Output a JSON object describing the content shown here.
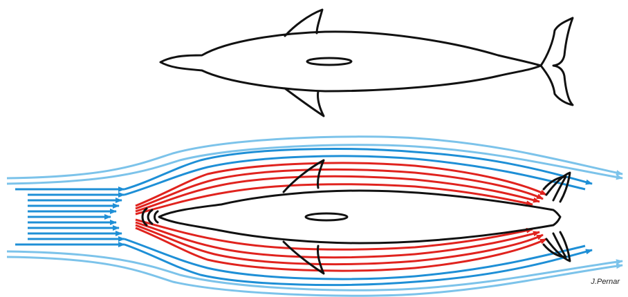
{
  "credit": "J.Pernar",
  "colors": {
    "outline": "#111111",
    "outer_stream": "#7cc3ea",
    "mid_stream": "#1e8fd6",
    "inner_stream": "#e0231e",
    "background": "#ffffff"
  },
  "figure": {
    "top_view": "dolphin-outline-icon",
    "bottom_view": "dolphin-flow-icon",
    "streamline_groups": [
      "outer-streamlines",
      "middle-streamlines",
      "boundary-streamlines"
    ]
  }
}
